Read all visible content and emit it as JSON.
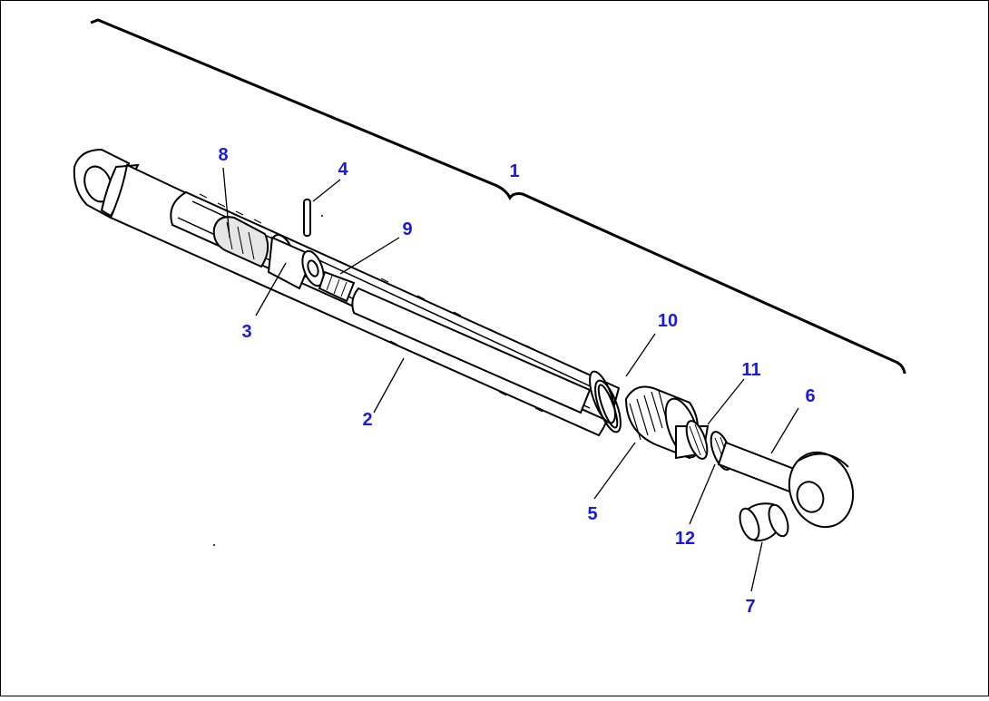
{
  "diagram": {
    "label_color": "#1a1adc",
    "line_color": "#000000",
    "callouts": [
      {
        "id": "callout-1",
        "text": "1"
      },
      {
        "id": "callout-2",
        "text": "2"
      },
      {
        "id": "callout-3",
        "text": "3"
      },
      {
        "id": "callout-4",
        "text": "4"
      },
      {
        "id": "callout-5",
        "text": "5"
      },
      {
        "id": "callout-6",
        "text": "6"
      },
      {
        "id": "callout-7",
        "text": "7"
      },
      {
        "id": "callout-8",
        "text": "8"
      },
      {
        "id": "callout-9",
        "text": "9"
      },
      {
        "id": "callout-10",
        "text": "10"
      },
      {
        "id": "callout-11",
        "text": "11"
      },
      {
        "id": "callout-12",
        "text": "12"
      }
    ]
  }
}
